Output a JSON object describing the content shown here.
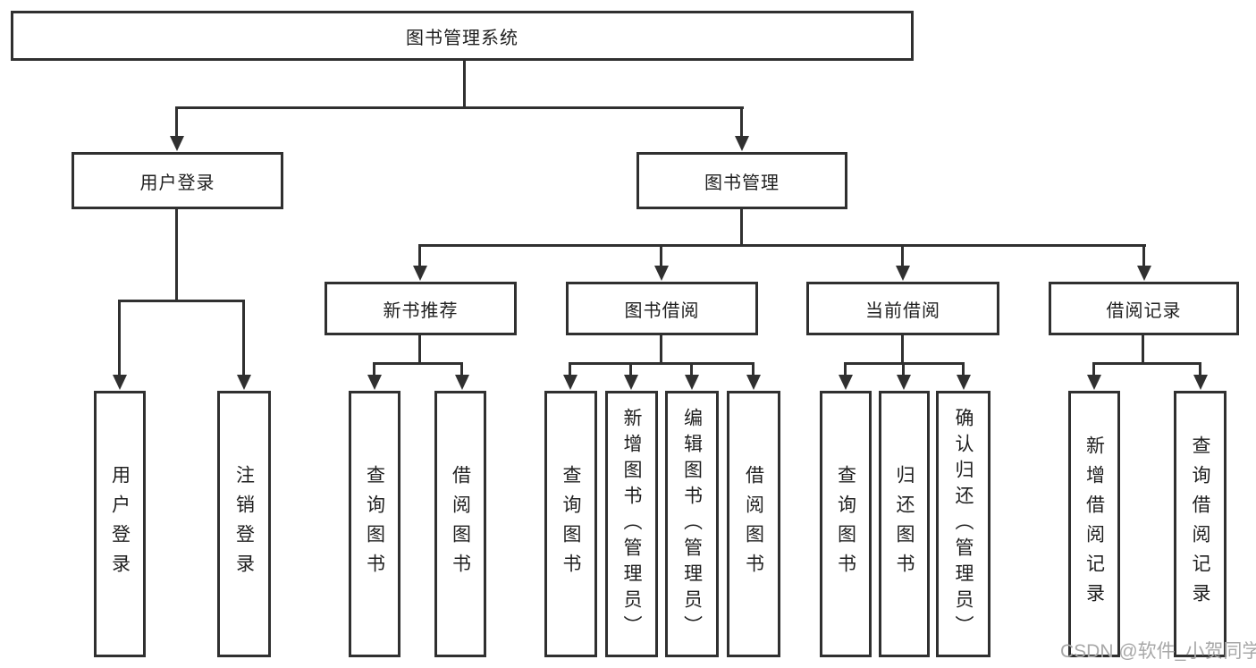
{
  "tree": {
    "root": "图书管理系统",
    "user_login": {
      "label": "用户登录",
      "leaves": [
        "用户登录",
        "注销登录"
      ]
    },
    "book_mgmt": {
      "label": "图书管理"
    },
    "new_books": {
      "label": "新书推荐",
      "leaves": [
        "查询图书",
        "借阅图书"
      ]
    },
    "book_borrow": {
      "label": "图书借阅",
      "leaves": [
        "查询图书",
        "新增图书（管理员）",
        "编辑图书（管理员）",
        "借阅图书"
      ]
    },
    "current_borrow": {
      "label": "当前借阅",
      "leaves": [
        "查询图书",
        "归还图书",
        "确认归还（管理员）"
      ]
    },
    "borrow_records": {
      "label": "借阅记录",
      "leaves": [
        "新增借阅记录",
        "查询借阅记录"
      ]
    }
  },
  "watermark": "CSDN @软件_小贺同学",
  "colors": {
    "line": "#303030",
    "box_border": "#303030",
    "text": "#1f1f1f",
    "background": "#ffffff",
    "watermark": "#a8a8a8"
  }
}
